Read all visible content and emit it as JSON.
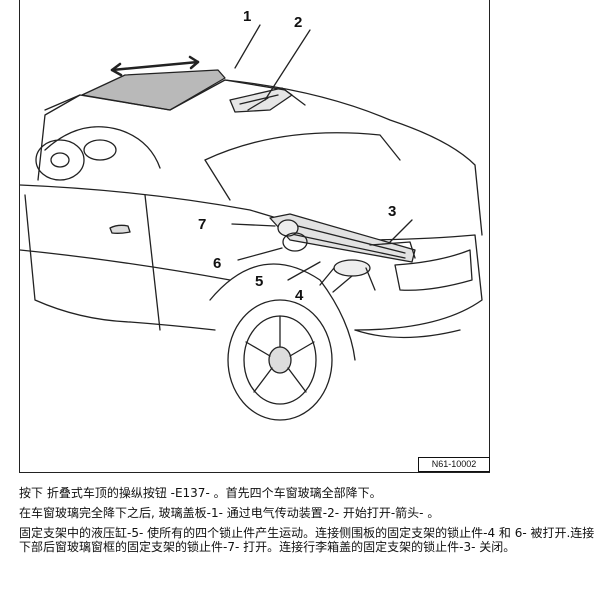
{
  "figure": {
    "callouts": [
      "1",
      "2",
      "3",
      "4",
      "5",
      "6",
      "7"
    ],
    "code": "N61-10002"
  },
  "paragraphs": [
    "按下 折叠式车顶的操纵按钮 -E137- 。首先四个车窗玻璃全部降下。",
    "在车窗玻璃完全降下之后, 玻璃盖板-1- 通过电气传动装置-2- 开始打开-箭头- 。",
    "固定支架中的液压缸-5- 使所有的四个锁止件产生运动。连接侧围板的固定支架的锁止件-4 和 6- 被打开.连接下部后窗玻璃窗框的固定支架的锁止件-7- 打开。连接行李箱盖的固定支架的锁止件-3- 关闭。"
  ]
}
